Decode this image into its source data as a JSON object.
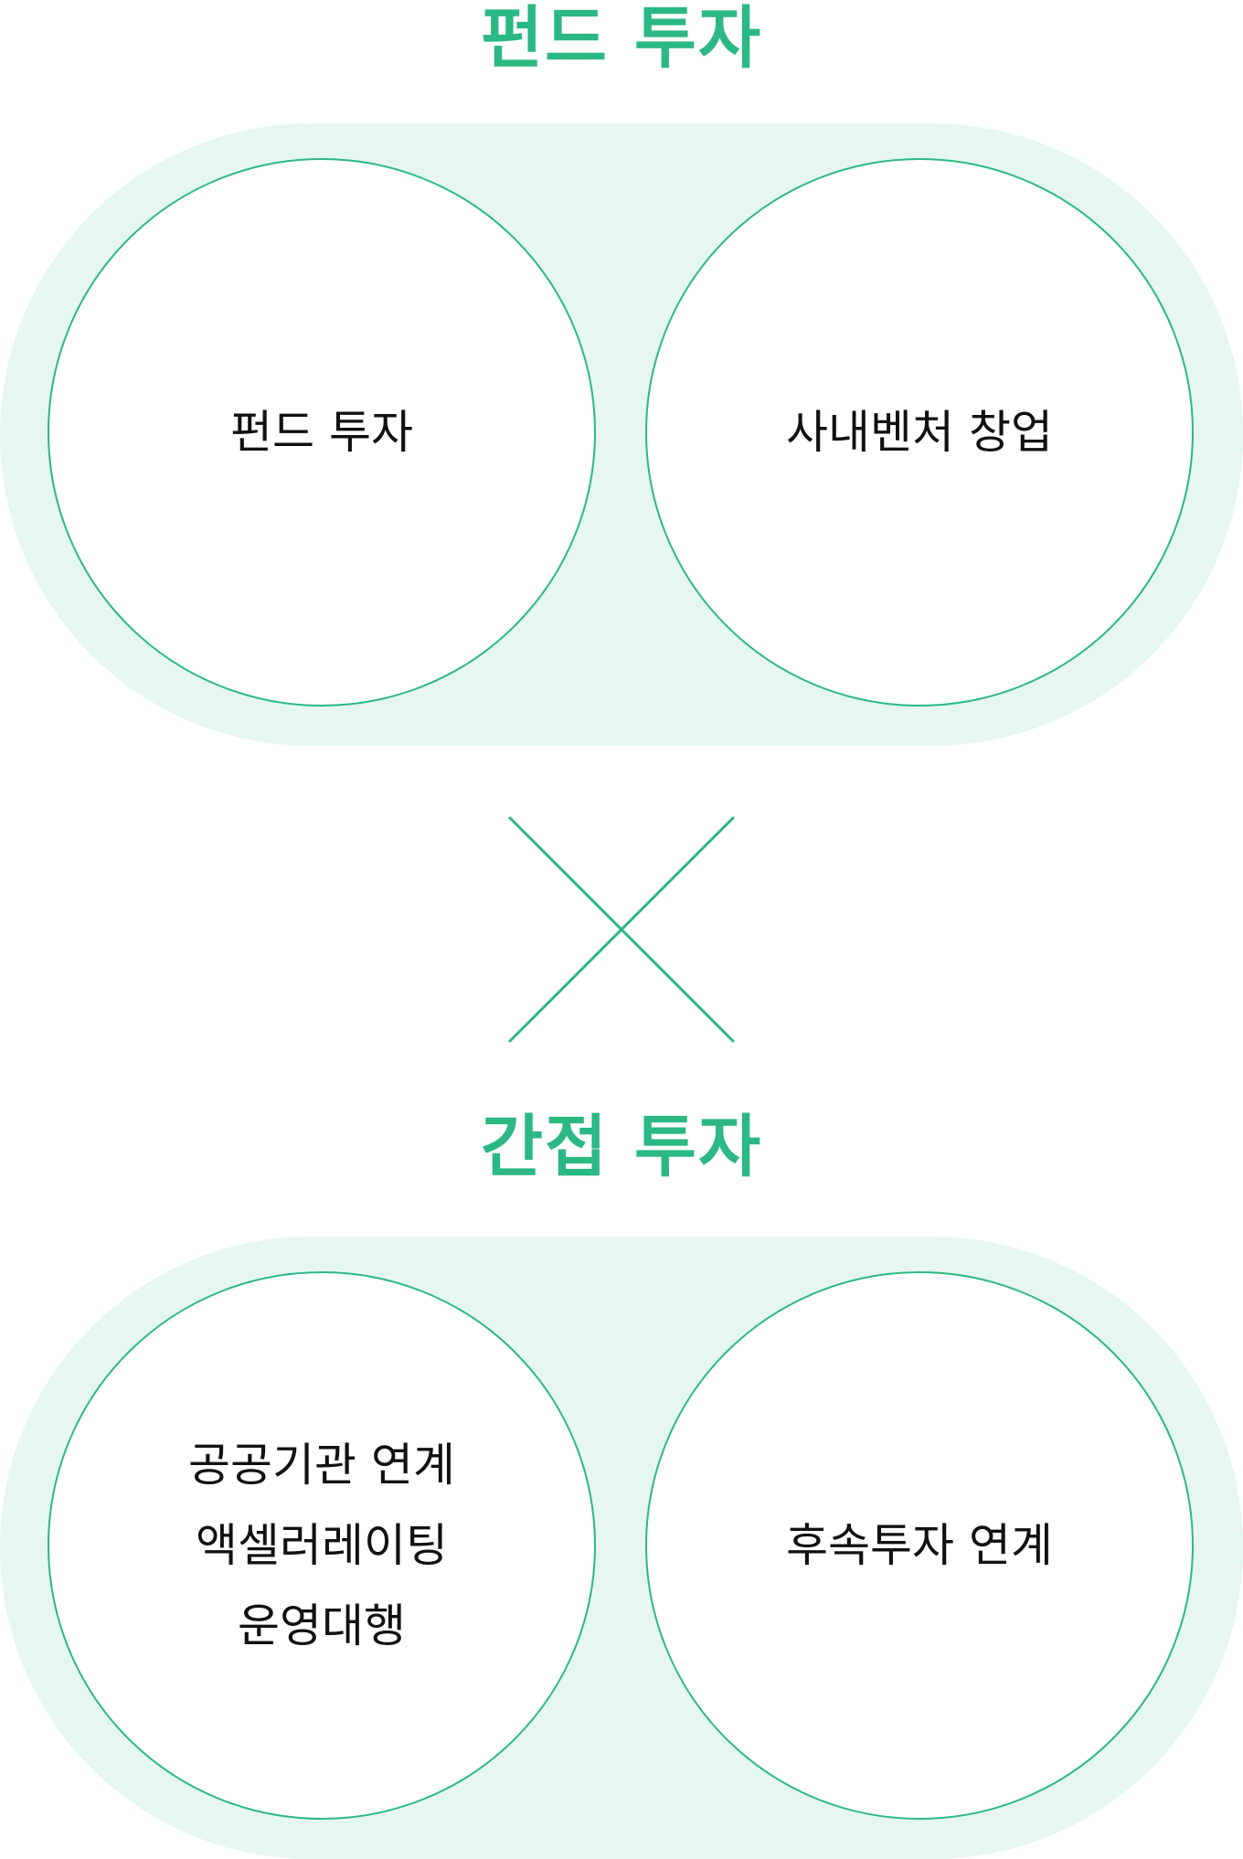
{
  "colors": {
    "accent": "#2bb882",
    "pill_background": "#e6f6f0",
    "text": "#111111"
  },
  "sections": [
    {
      "title": "펀드 투자",
      "items": [
        {
          "lines": [
            "펀드 투자"
          ]
        },
        {
          "lines": [
            "사내벤처 창업"
          ]
        }
      ]
    },
    {
      "title": "간접 투자",
      "items": [
        {
          "lines": [
            "공공기관 연계",
            "액셀러레이팅",
            "운영대행"
          ]
        },
        {
          "lines": [
            "후속투자 연계"
          ]
        }
      ]
    }
  ],
  "connector_icon": "times-icon"
}
